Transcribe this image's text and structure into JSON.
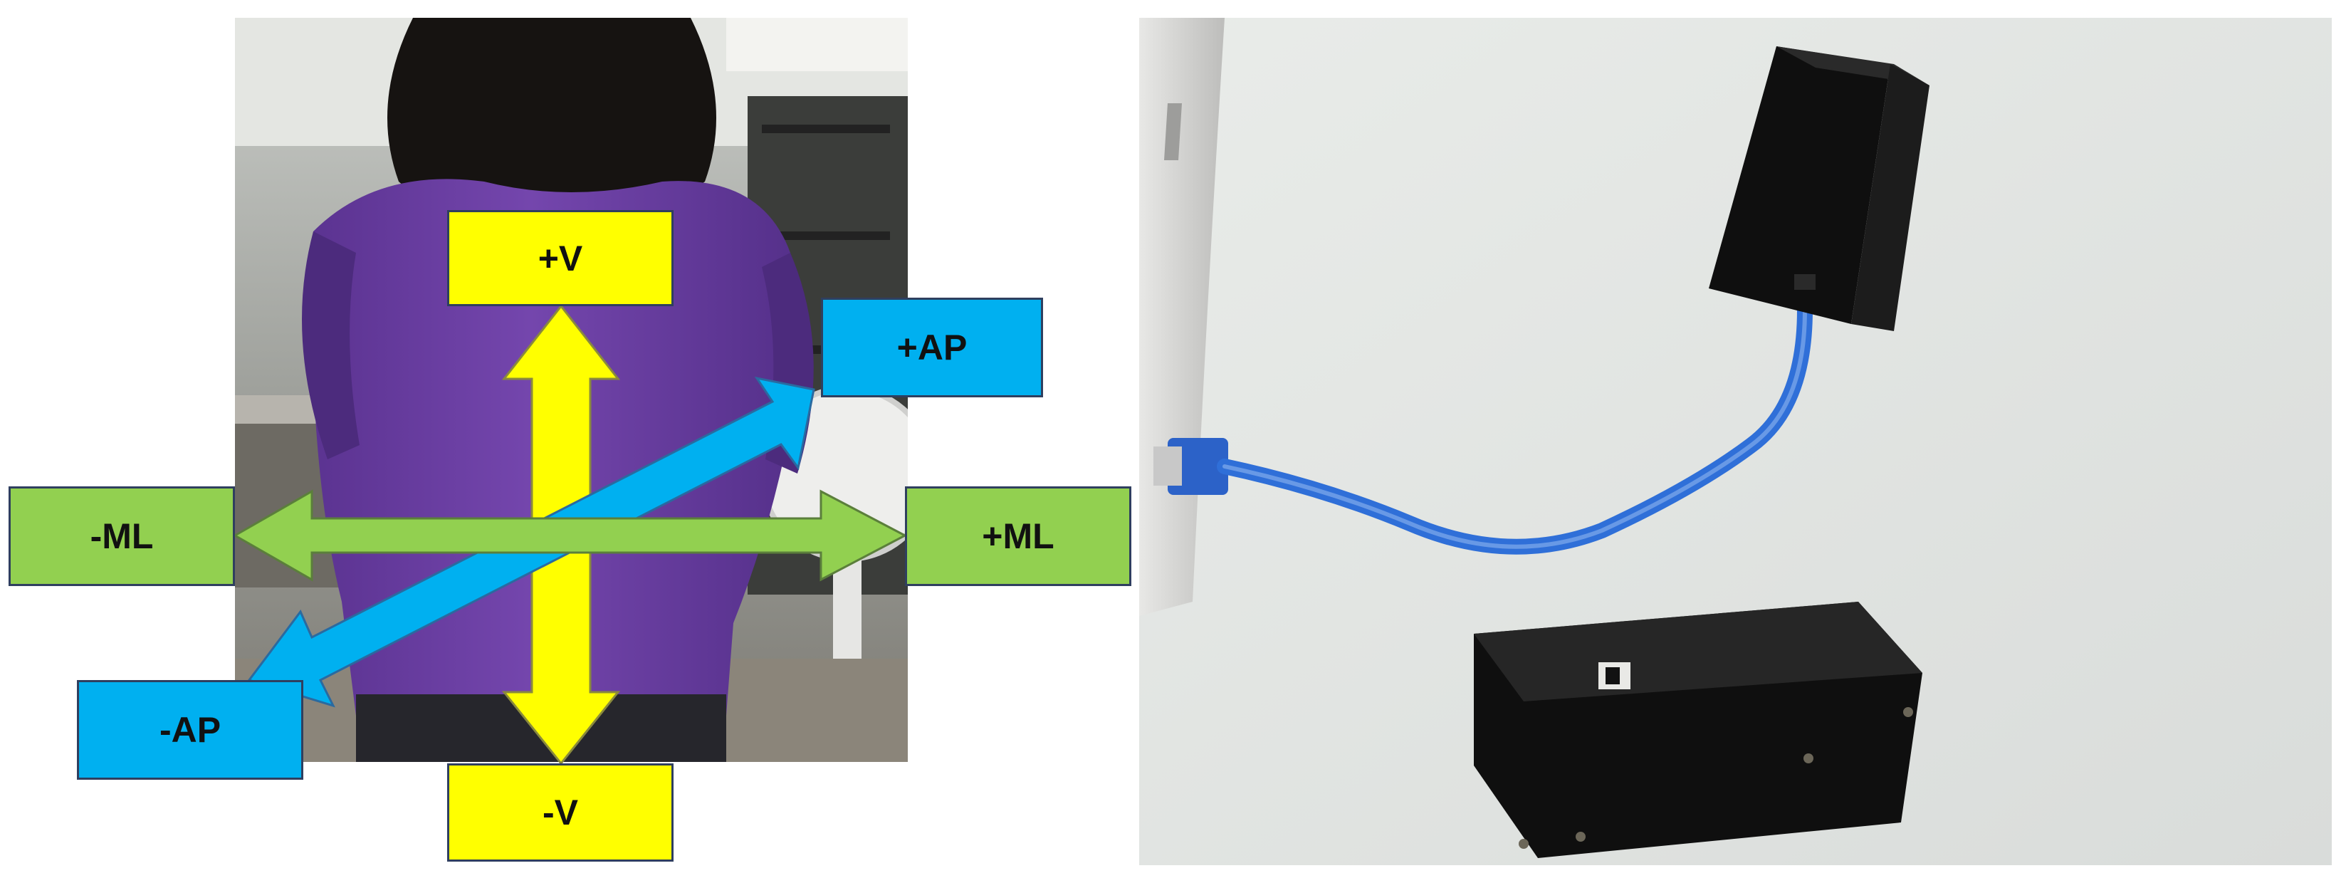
{
  "labels": {
    "plus_v": "+V",
    "minus_v": "-V",
    "plus_ap": "+AP",
    "minus_ap": "-AP",
    "plus_ml": "+ML",
    "minus_ml": "-ML"
  },
  "colors": {
    "vertical": "#ffff00",
    "anteroposterior": "#00b0f0",
    "mediolateral": "#92d050",
    "shirt": "#6a3f9f",
    "sensor_box": "#161616",
    "usb_cable": "#2f6fd8"
  }
}
